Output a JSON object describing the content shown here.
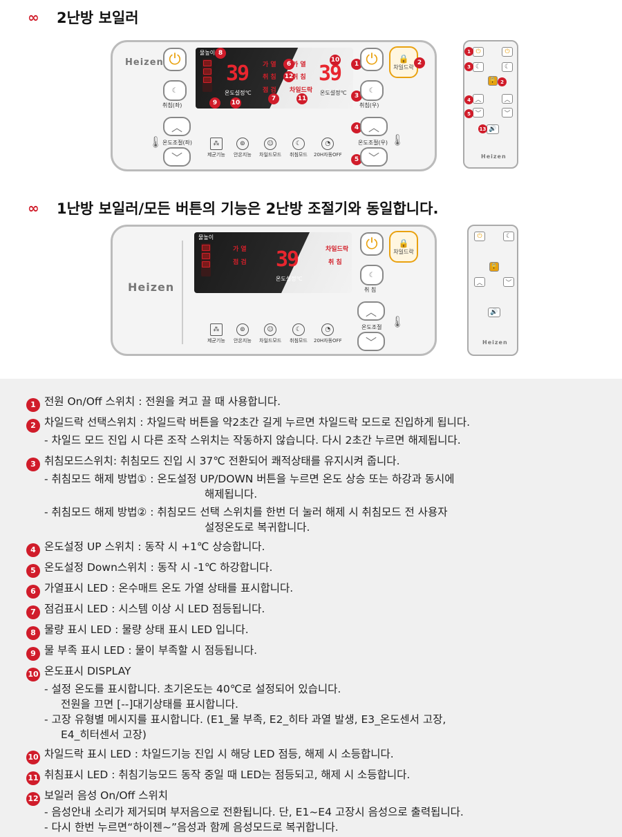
{
  "section1_title": "2난방 보일러",
  "section2_title": "1난방 보일러/모든 버튼의 기능은 2난방 조절기와 동일합니다.",
  "brand": "Heizen",
  "panel1": {
    "left_temp": "39",
    "right_temp": "39",
    "label_water": "물높이",
    "label_heat_l": "가 열",
    "label_heat_r": "가 열",
    "label_sleep_l": "취 침",
    "label_sleep_r": "취 침",
    "label_check": "점 검",
    "label_child": "차일드락",
    "label_tempset_l": "온도설정℃",
    "label_tempset_r": "온도설정℃",
    "btn_sleep_l": "취침(좌)",
    "btn_sleep_r": "취침(우)",
    "btn_chime": "차일드락",
    "temp_adjust_l": "온도조절(좌)",
    "temp_adjust_r": "온도조절(우)",
    "icons": [
      "제균기능",
      "안온지능",
      "차일드모드",
      "취침모드",
      "20H자동OFF"
    ]
  },
  "panel2": {
    "temp": "39",
    "label_water": "물높이",
    "label_heat": "가 열",
    "label_check": "점 검",
    "label_child": "차일드락",
    "label_sleep": "취 침",
    "label_tempset": "온도설정℃",
    "btn_sleep": "취 침",
    "btn_chime": "차일드락",
    "temp_adjust": "온도조절",
    "icons": [
      "제균기능",
      "안온지능",
      "차일드모드",
      "취침모드",
      "20H자동OFF"
    ]
  },
  "descriptions": [
    {
      "num": "1",
      "text": "전원 On/Off 스위치 : 전원을 켜고 끌 때 사용합니다."
    },
    {
      "num": "2",
      "text": "차일드락 선택스위치 : 차일드락 버튼을 약2초간 길게 누르면 차일드락 모드로 진입하게 됩니다."
    },
    {
      "num": "",
      "text": "- 차일드 모드 진입 시 다른 조작 스위치는 작동하지 않습니다. 다시 2초간 누르면 해제됩니다."
    },
    {
      "num": "3",
      "text": "취침모드스위치: 취침모드 진입 시 37℃ 전환되어 쾌적상태를 유지시켜 줍니다."
    },
    {
      "num": "",
      "text": "- 취침모드 해제 방법① : 온도설정 UP/DOWN 버튼을 누르면 온도 상승 또는 하강과 동시에"
    },
    {
      "num": "",
      "text": "해제됩니다."
    },
    {
      "num": "",
      "text": "- 취침모드 해제 방법② : 취침모드 선택 스위치를 한번 더 눌러 해제 시 취침모드 전 사용자"
    },
    {
      "num": "",
      "text": "설정온도로 복귀합니다."
    },
    {
      "num": "4",
      "text": "온도설정 UP 스위치 : 동작 시 +1℃ 상승합니다."
    },
    {
      "num": "5",
      "text": "온도설정 Down스위치 : 동작 시 -1℃ 하강합니다."
    },
    {
      "num": "6",
      "text": "가열표시 LED : 온수매트 온도 가열 상태를 표시합니다."
    },
    {
      "num": "7",
      "text": "점검표시 LED :  시스템 이상 시 LED 점등됩니다."
    },
    {
      "num": "8",
      "text": "물량 표시 LED : 물량 상태 표시 LED 입니다."
    },
    {
      "num": "9",
      "text": "물 부족 표시 LED : 물이 부족할 시 점등됩니다."
    },
    {
      "num": "10",
      "text": "온도표시 DISPLAY"
    },
    {
      "num": "",
      "text": "- 설정 온도를 표시합니다. 초기온도는 40℃로 설정되어 있습니다."
    },
    {
      "num": "",
      "text": "전원을 끄면 [--]대기상태를 표시합니다."
    },
    {
      "num": "",
      "text": "- 고장 유형별 메시지를 표시합니다. (E1_물 부족, E2_히타 과열 발생, E3_온도센서 고장,"
    },
    {
      "num": "",
      "text": "E4_히터센서 고장)"
    },
    {
      "num": "10",
      "text": "차일드락 표시 LED : 차일드기능 진입 시 해당 LED 점등, 해제 시 소등합니다."
    },
    {
      "num": "11",
      "text": "취침표시 LED : 취침기능모드 동작 중일 때 LED는 점등되고, 해제 시 소등합니다."
    },
    {
      "num": "12",
      "text": "보일러 음성 On/Off 스위치"
    },
    {
      "num": "",
      "text": "- 음성안내 소리가 제거되며 부저음으로 전환됩니다. 단, E1~E4 고장시 음성으로 출력됩니다."
    },
    {
      "num": "",
      "text": "- 다시 한번 누르면“하이젠~”음성과 함께 음성모드로 복귀합니다."
    }
  ]
}
